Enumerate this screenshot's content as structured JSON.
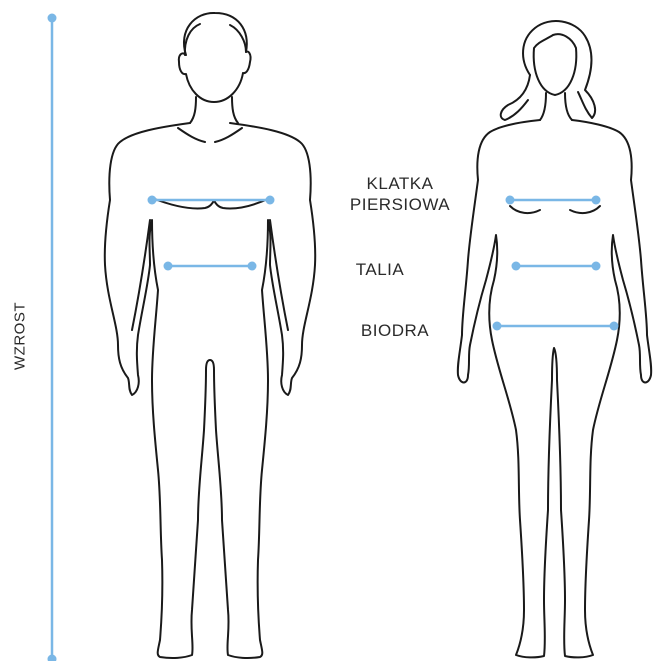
{
  "labels": {
    "chest_line1": "KLATKA",
    "chest_line2": "PIERSIOWA",
    "waist": "TALIA",
    "hips": "BIODRA",
    "height": "WZROST"
  },
  "colors": {
    "measure": "#7ab7e6",
    "outline": "#1a1a1a",
    "text": "#2b2b2b"
  }
}
